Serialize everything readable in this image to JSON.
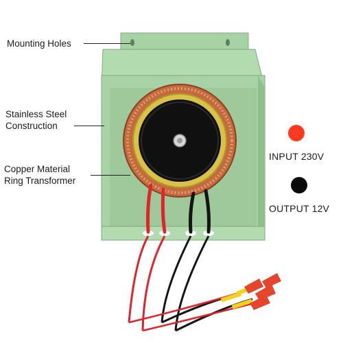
{
  "callouts": {
    "mounting_holes": "Mounting Holes",
    "construction": [
      "Stainless Steel",
      "Construction"
    ],
    "transformer": [
      "Copper Material",
      "Ring Transformer"
    ]
  },
  "legend": {
    "input": {
      "label": "INPUT 230V",
      "color": "#ff3b1f"
    },
    "output": {
      "label": "OUTPUT 12V",
      "color": "#0a0a0a"
    }
  },
  "colors": {
    "housing": "#a8d3a6",
    "housing_dark": "#8fbf8d",
    "copper": "#c46a3f",
    "wire_red": "#e0242a",
    "wire_black": "#151515"
  }
}
